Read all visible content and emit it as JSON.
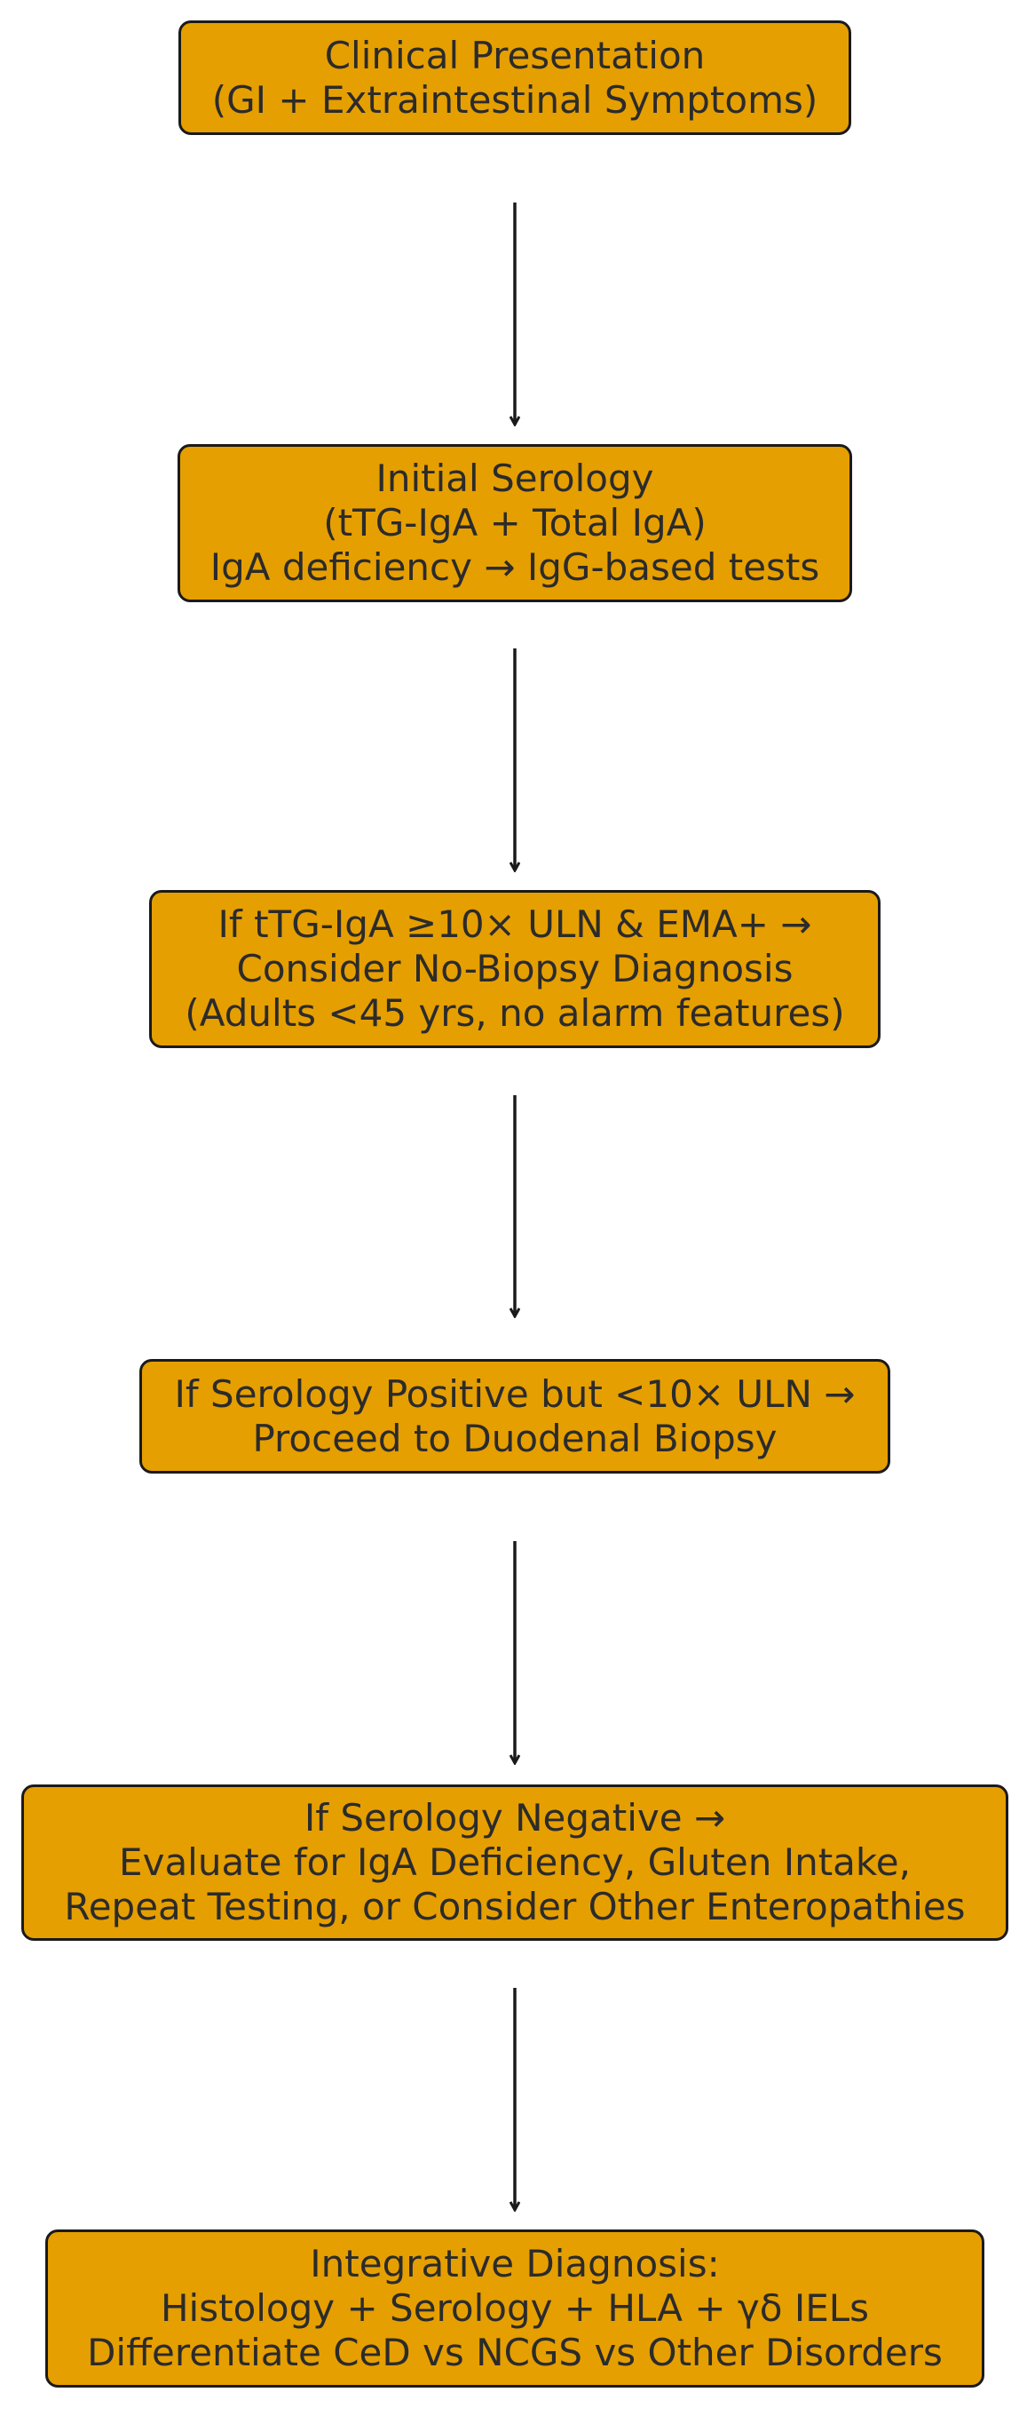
{
  "colors": {
    "node_fill": "#e69f00",
    "node_border": "#1a1a1a",
    "text": "#2b2b2b",
    "arrow": "#1a1a1a"
  },
  "nodes": [
    {
      "id": "clinical-presentation",
      "lines": [
        "Clinical Presentation",
        "(GI + Extraintestinal Symptoms)"
      ]
    },
    {
      "id": "initial-serology",
      "lines": [
        "Initial Serology",
        "(tTG-IgA + Total IgA)",
        "IgA deficiency → IgG-based tests"
      ]
    },
    {
      "id": "no-biopsy-diagnosis",
      "lines": [
        "If tTG-IgA ≥10× ULN & EMA+ →",
        "Consider No-Biopsy Diagnosis",
        "(Adults <45 yrs, no alarm features)"
      ]
    },
    {
      "id": "duodenal-biopsy",
      "lines": [
        "If Serology Positive but <10× ULN →",
        "Proceed to Duodenal Biopsy"
      ]
    },
    {
      "id": "serology-negative",
      "lines": [
        "If Serology Negative →",
        "Evaluate for IgA Deficiency, Gluten Intake,",
        "Repeat Testing, or Consider Other Enteropathies"
      ]
    },
    {
      "id": "integrative-diagnosis",
      "lines": [
        "Integrative Diagnosis:",
        "Histology + Serology + HLA + γδ IELs",
        "Differentiate CeD vs NCGS vs Other Disorders"
      ]
    }
  ]
}
